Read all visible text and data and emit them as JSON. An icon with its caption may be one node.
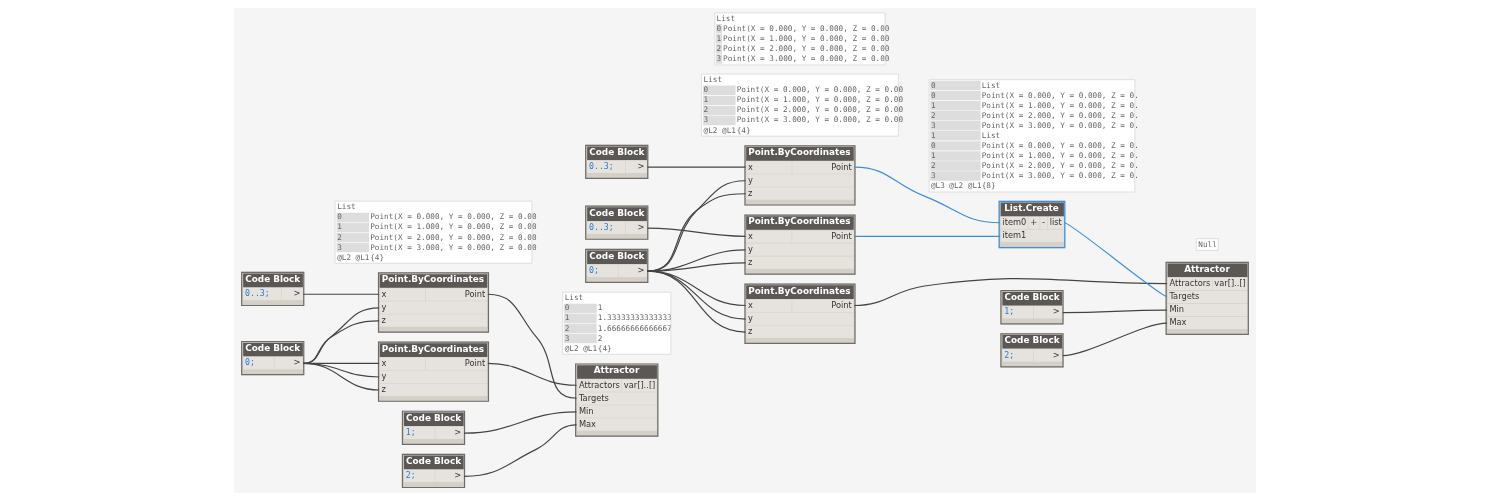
{
  "diagram": {
    "nodes": [
      {
        "text": [
          "Code Block",
          "0;",
          ">"
        ]
      },
      {
        "text": [
          "Point.ByCoordinates",
          "x",
          "y",
          "z",
          "Point"
        ]
      },
      {
        "text": [
          "Attractor",
          "Attractors",
          "Targets",
          "Min",
          "Max",
          "var[]..[]"
        ]
      },
      {
        "text": [
          "Code Block",
          "1;",
          ">"
        ]
      },
      {
        "text": [
          "Code Block",
          "0..3;",
          ">"
        ]
      },
      {
        "text": [
          "Point.ByCoordinates",
          "x",
          "y",
          "z",
          "Point"
        ]
      },
      {
        "text": [
          "Code Block",
          "2;",
          ">"
        ]
      },
      {
        "text": [
          "List",
          "0",
          "1",
          "1",
          "1.33333333333333",
          "2",
          "1.66666666666667",
          "3",
          "2",
          "@L2 @L1",
          "{4}"
        ]
      },
      {
        "text": [
          "List",
          "0",
          "Point(X = 0.000, Y = 0.000, Z = 0.00",
          "1",
          "Point(X = 1.000, Y = 0.000, Z = 0.00",
          "2",
          "Point(X = 2.000, Y = 0.000, Z = 0.00",
          "3",
          "Point(X = 3.000, Y = 0.000, Z = 0.00",
          "@L2 @L1",
          "{4}"
        ]
      },
      {
        "text": [
          "Code Block",
          "0;",
          ">"
        ]
      },
      {
        "text": [
          "Point.ByCoordinates",
          "x",
          "y",
          "z",
          "Point"
        ]
      },
      {
        "text": [
          "Attractor",
          "Attractors",
          "Targets",
          "Min",
          "Max",
          "var[]..[]"
        ]
      },
      {
        "text": [
          "Null"
        ]
      },
      {
        "text": [
          "Code Block",
          "1;",
          ">"
        ]
      },
      {
        "text": [
          "Code Block",
          "0..3;",
          ">"
        ]
      },
      {
        "text": [
          "Point.ByCoordinates",
          "x",
          "y",
          "z",
          "Point"
        ]
      },
      {
        "text": [
          "Code Block",
          "2;",
          ">"
        ]
      },
      {
        "text": [
          "List.Create",
          "item0",
          "+",
          "-",
          "list",
          "item1"
        ]
      },
      {
        "text": [
          "List",
          "0",
          "Point(X = 0.000, Y = 0.000, Z = 0.00",
          "1",
          "Point(X = 1.000, Y = 0.000, Z = 0.00",
          "2",
          "Point(X = 2.000, Y = 0.000, Z = 0.00",
          "3",
          "Point(X = 3.000, Y = 0.000, Z = 0.00",
          "@L2 @L1",
          "{4}"
        ]
      },
      {
        "text": [
          "Code Block",
          "0..3;",
          ">"
        ]
      },
      {
        "text": [
          "Point.ByCoordinates",
          "x",
          "y",
          "z",
          "Point"
        ]
      },
      {
        "text": [
          "0",
          "List",
          "0",
          "Point(X = 0.000, Y = 0.000, Z = 0.",
          "1",
          "Point(X = 1.000, Y = 0.000, Z = 0.",
          "2",
          "Point(X = 2.000, Y = 0.000, Z = 0.",
          "3",
          "Point(X = 3.000, Y = 0.000, Z = 0.",
          "1",
          "List",
          "0",
          "Point(X = 0.000, Y = 0.000, Z = 0.",
          "1",
          "Point(X = 1.000, Y = 0.000, Z = 0.",
          "2",
          "Point(X = 2.000, Y = 0.000, Z = 0.",
          "3",
          "Point(X = 3.000, Y = 0.000, Z = 0.",
          "@L3 @L2 @L1",
          "{8}"
        ]
      },
      {
        "text": [
          "List",
          "0",
          "Point(X = 0.000, Y = 0.000, Z = 0.00",
          "1",
          "Point(X = 1.000, Y = 0.000, Z = 0.00",
          "2",
          "Point(X = 2.000, Y = 0.000, Z = 0.00",
          "3",
          "Point(X = 3.000, Y = 0.000, Z = 0.00"
        ]
      }
    ],
    "edges": [
      {
        "from": 0,
        "to": 1,
        "arrow": "none"
      },
      {
        "from": 0,
        "to": 1,
        "arrow": "none"
      },
      {
        "from": 0,
        "to": 1,
        "arrow": "none"
      },
      {
        "from": 0,
        "to": 5,
        "arrow": "none"
      },
      {
        "from": 0,
        "to": 5,
        "arrow": "none"
      },
      {
        "from": 4,
        "to": 5,
        "arrow": "none"
      },
      {
        "from": 1,
        "to": 2,
        "arrow": "none"
      },
      {
        "from": 5,
        "to": 2,
        "arrow": "none"
      },
      {
        "from": 3,
        "to": 2,
        "arrow": "none"
      },
      {
        "from": 6,
        "to": 2,
        "arrow": "none"
      },
      {
        "from": 9,
        "to": 10,
        "arrow": "none"
      },
      {
        "from": 9,
        "to": 10,
        "arrow": "none"
      },
      {
        "from": 9,
        "to": 10,
        "arrow": "none"
      },
      {
        "from": 9,
        "to": 15,
        "arrow": "none"
      },
      {
        "from": 9,
        "to": 15,
        "arrow": "none"
      },
      {
        "from": 9,
        "to": 20,
        "arrow": "none"
      },
      {
        "from": 9,
        "to": 20,
        "arrow": "none"
      },
      {
        "from": 14,
        "to": 15,
        "arrow": "none"
      },
      {
        "from": 19,
        "to": 20,
        "arrow": "none"
      },
      {
        "from": 10,
        "to": 11,
        "arrow": "none"
      },
      {
        "from": 15,
        "to": 17,
        "arrow": "none",
        "color": "#3b8fd9"
      },
      {
        "from": 20,
        "to": 17,
        "arrow": "none",
        "color": "#3b8fd9"
      },
      {
        "from": 17,
        "to": 11,
        "arrow": "none",
        "color": "#3b8fd9"
      },
      {
        "from": 13,
        "to": 11,
        "arrow": "none"
      },
      {
        "from": 16,
        "to": 11,
        "arrow": "none"
      }
    ]
  }
}
